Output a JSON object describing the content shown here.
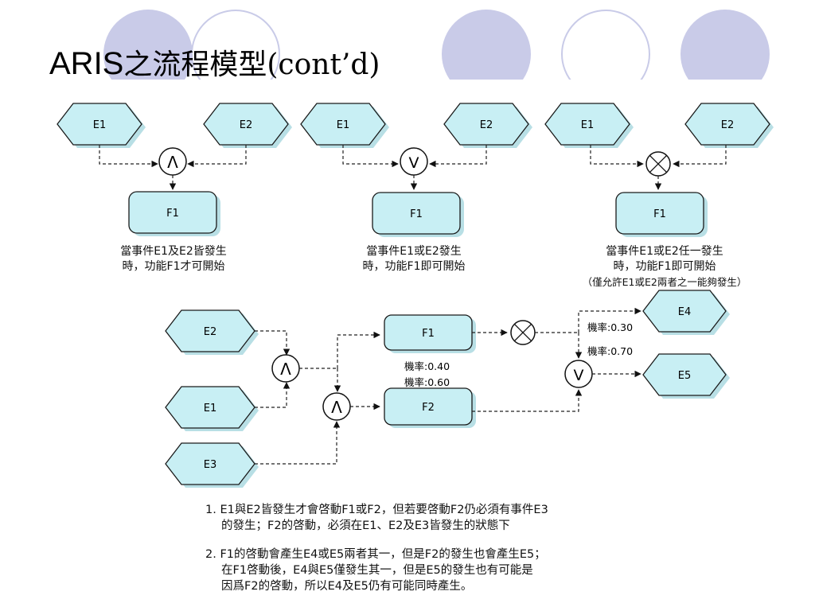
{
  "slide": {
    "title_latin": "ARIS",
    "title_cjk": "之流程模型",
    "title_suffix": "(cont’d)"
  },
  "diagram": {
    "e1": "E1",
    "e2": "E2",
    "e3": "E3",
    "e4": "E4",
    "e5": "E5",
    "f1": "F1",
    "f2": "F2",
    "and_symbol": "Λ",
    "or_symbol": "V",
    "prob_030": "機率:0.30",
    "prob_070": "機率:0.70",
    "prob_040": "機率:0.40",
    "prob_060": "機率:0.60"
  },
  "captions": {
    "and": [
      "當事件E1及E2皆發生",
      "時，功能F1才可開始"
    ],
    "or": [
      "當事件E1或E2發生",
      "時，功能F1即可開始"
    ],
    "xor": [
      "當事件E1或E2任一發生",
      "時，功能F1即可開始",
      "（僅允許E1或E2兩者之一能夠發生）"
    ]
  },
  "notes": {
    "n1_line1": "1. E1與E2皆發生才會啓動F1或F2，但若要啓動F2仍必須有事件E3",
    "n1_line2": "的發生；F2的啓動，必須在E1、E2及E3皆發生的狀態下",
    "n2_line1": "2. F1的啓動會產生E4或E5兩者其一，但是F2的發生也會產生E5；",
    "n2_line2": "在F1啓動後，E4與E5僅發生其一，但是E5的發生也有可能是",
    "n2_line3": "因爲F2的啓動，所以E4及E5仍有可能同時產生。"
  },
  "colors": {
    "shape_fill": "#c8eff4",
    "shape_stroke": "#1a1a1a",
    "shadow": "#b8dfe5",
    "deco": "#c9cbe8"
  }
}
